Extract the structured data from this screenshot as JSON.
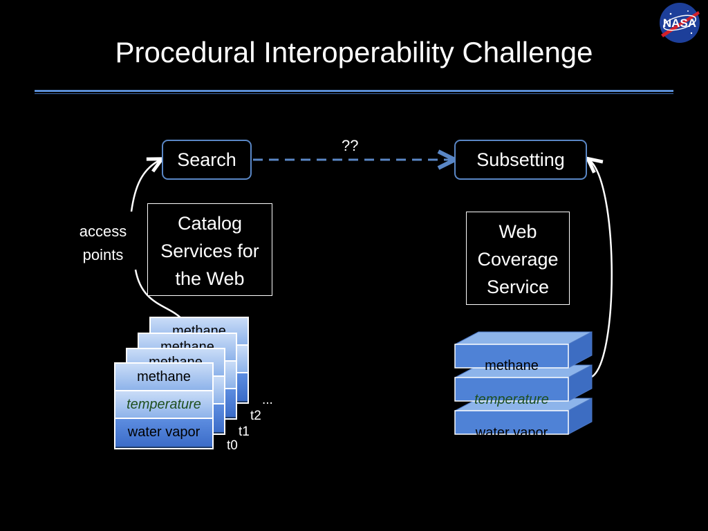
{
  "title": "Procedural Interoperability Challenge",
  "logo_text": "NASA",
  "nodes": {
    "search": "Search",
    "subsetting": "Subsetting",
    "connector_label": "??"
  },
  "services": {
    "catalog": [
      "Catalog",
      "Services for",
      "the Web"
    ],
    "wcs": [
      "Web",
      "Coverage",
      "Service"
    ]
  },
  "access_points": [
    "access",
    "points"
  ],
  "layers": [
    "methane",
    "temperature",
    "water vapor"
  ],
  "time_labels": [
    "t0",
    "t1",
    "t2",
    "..."
  ],
  "colors": {
    "accent": "#5a87c6",
    "rule": "#5b8fd6",
    "slab_top": "#8db4ea",
    "slab_front": "#4f82d6"
  }
}
